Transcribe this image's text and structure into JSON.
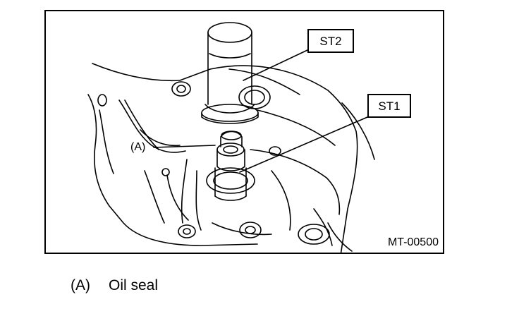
{
  "figure": {
    "callouts": {
      "st2": "ST2",
      "st1": "ST1",
      "a": "(A)"
    },
    "code": "MT-00500"
  },
  "legend": [
    {
      "key": "(A)",
      "text": "Oil seal"
    }
  ]
}
